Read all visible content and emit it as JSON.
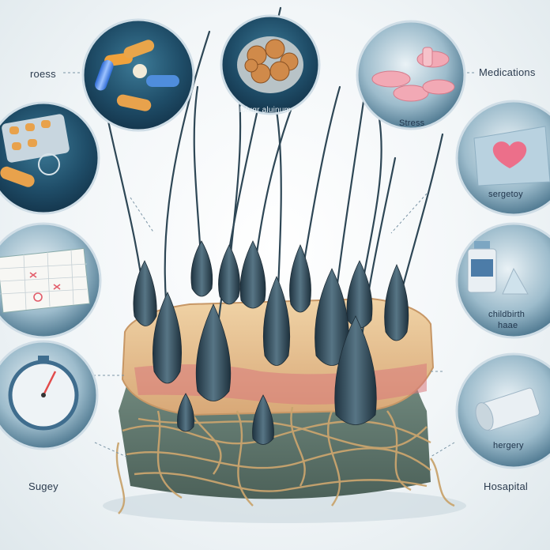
{
  "labels": {
    "roess": "roess",
    "medications": "Medications",
    "sugey": "Sugey",
    "hosapital": "Hosapital",
    "center_circle_text": "lolugr aluinum",
    "stress": "Stress",
    "sergetoy": "sergetoy",
    "childbirth": "childbirth",
    "haae": "haae",
    "hergery": "hergery"
  },
  "colors": {
    "circle_dark": "#1c3f57",
    "circle_mid": "#2f6a86",
    "hair": "#2e4756",
    "skin": "#e7c08c",
    "skin_red": "#d9787b",
    "nerve": "#c9a46e",
    "tissue": "#5e776d"
  },
  "icons": {
    "top_left": "capsules",
    "top_center": "fat-tissue",
    "top_right": "pink-pills",
    "left_upper": "blister-pack",
    "right_upper": "towel-heart",
    "left_middle": "calendar",
    "right_middle": "medicine-bottle",
    "left_lower": "stopwatch",
    "right_lower": "bandage-roll"
  }
}
